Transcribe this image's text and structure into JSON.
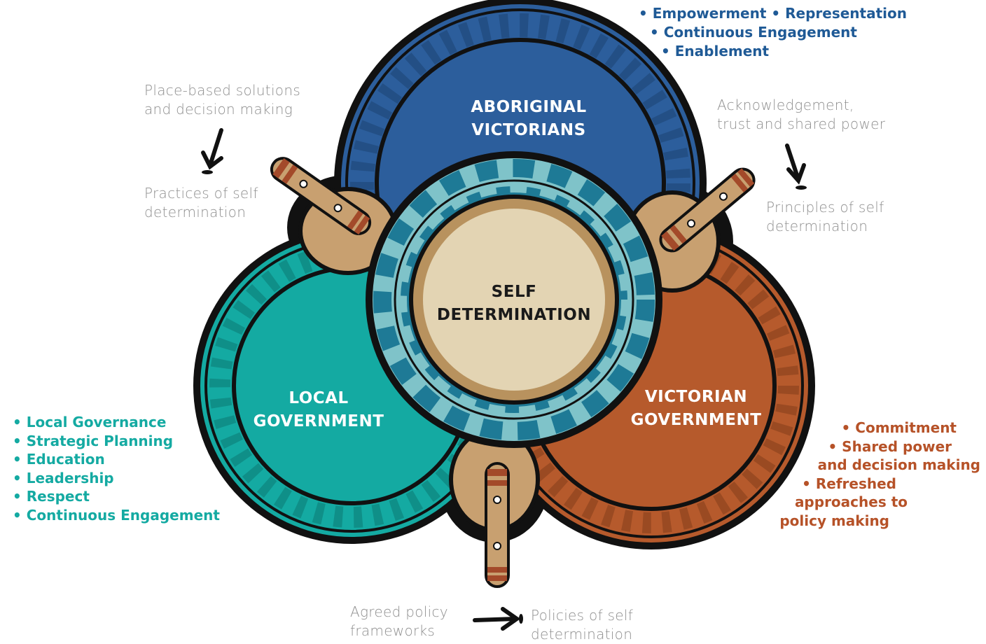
{
  "diagram": {
    "center": {
      "line1": "SELF",
      "line2": "DETERMINATION"
    },
    "circles": {
      "aboriginal": {
        "line1": "ABORIGINAL",
        "line2": "VICTORIANS"
      },
      "local": {
        "line1": "LOCAL",
        "line2": "GOVERNMENT"
      },
      "victorian": {
        "line1": "VICTORIAN",
        "line2": "GOVERNMENT"
      }
    },
    "lists": {
      "aboriginal": [
        "• Empowerment • Representation",
        "• Continuous Engagement",
        "• Enablement"
      ],
      "local": [
        "• Local Governance",
        "• Strategic Planning",
        "• Education",
        "• Leadership",
        "• Respect",
        "• Continuous Engagement"
      ],
      "victorian": [
        "• Commitment",
        "• Shared power",
        "and decision making",
        "• Refreshed",
        "approaches to",
        "policy making"
      ]
    },
    "notes": {
      "place_based": [
        "Place-based solutions",
        "and decision making"
      ],
      "practices": [
        "Practices of self",
        "determination"
      ],
      "acknowledgement": [
        "Acknowledgement,",
        "trust and shared power"
      ],
      "principles": [
        "Principles of self",
        "determination"
      ],
      "agreed": [
        "Agreed policy",
        "frameworks"
      ],
      "policies": [
        "Policies of self",
        "determination"
      ]
    },
    "colors": {
      "blue": "#2c5e9c",
      "teal": "#14aaa2",
      "orange": "#b65a2c",
      "sand": "#c8a070",
      "center_fill": "#e3d4b3",
      "mandala_dark": "#1e7a96",
      "mandala_light": "#7fc3c9",
      "outline": "#111111"
    }
  }
}
